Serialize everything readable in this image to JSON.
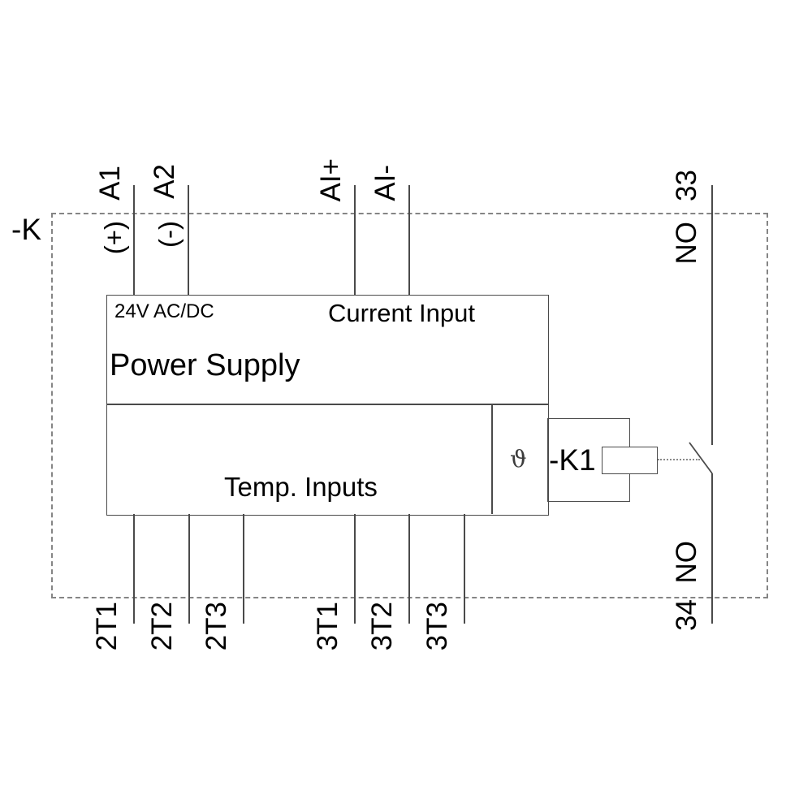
{
  "diagram": {
    "device_label": "-K",
    "power_supply_box": {
      "supply_label": "24V AC/DC",
      "current_input_label": "Current Input",
      "title": "Power Supply"
    },
    "temp_inputs_box": {
      "title": "Temp. Inputs",
      "sensor_symbol": "ϑ"
    },
    "relay": {
      "label": "-K1"
    },
    "terminals": {
      "top": [
        {
          "id": "A1",
          "note": "(+)"
        },
        {
          "id": "A2",
          "note": "(-)"
        },
        {
          "id": "AI+",
          "note": ""
        },
        {
          "id": "AI-",
          "note": ""
        }
      ],
      "bottom": [
        {
          "id": "2T1"
        },
        {
          "id": "2T2"
        },
        {
          "id": "2T3"
        },
        {
          "id": "3T1"
        },
        {
          "id": "3T2"
        },
        {
          "id": "3T3"
        }
      ],
      "output_contact": {
        "top_id": "33",
        "top_type": "NO",
        "bottom_id": "34",
        "bottom_type": "NO"
      }
    },
    "colors": {
      "line": "#4a4a4a",
      "dashed_border": "#858585",
      "text": "#000000",
      "background": "#ffffff"
    }
  }
}
